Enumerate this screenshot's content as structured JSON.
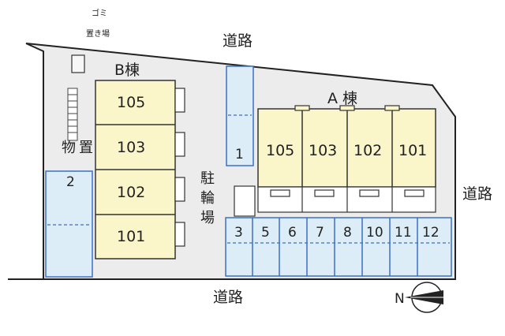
{
  "roads": {
    "top": "道路",
    "right": "道路",
    "bottom": "道路"
  },
  "garbage": {
    "line1": "ゴミ",
    "line2": "置き場"
  },
  "storage": {
    "line1": "物",
    "line2": "置"
  },
  "bike_parking": {
    "c1": "駐",
    "c2": "輪",
    "c3": "場"
  },
  "building_b": {
    "label": "B棟",
    "units": [
      "105",
      "103",
      "102",
      "101"
    ]
  },
  "building_a": {
    "label": "A 棟",
    "units": [
      "105",
      "103",
      "102",
      "101"
    ]
  },
  "parking": {
    "left_top": "1",
    "left_side": "2",
    "bottom_row": [
      "3",
      "5",
      "6",
      "7",
      "8",
      "10",
      "11",
      "12"
    ]
  },
  "compass": {
    "north_label": "N"
  },
  "colors": {
    "lot": "#ececec",
    "unit_fill": "#fbf6c9",
    "parking_fill": "#dcedf7",
    "parking_stroke": "#3b6fc4",
    "line": "#222222"
  }
}
